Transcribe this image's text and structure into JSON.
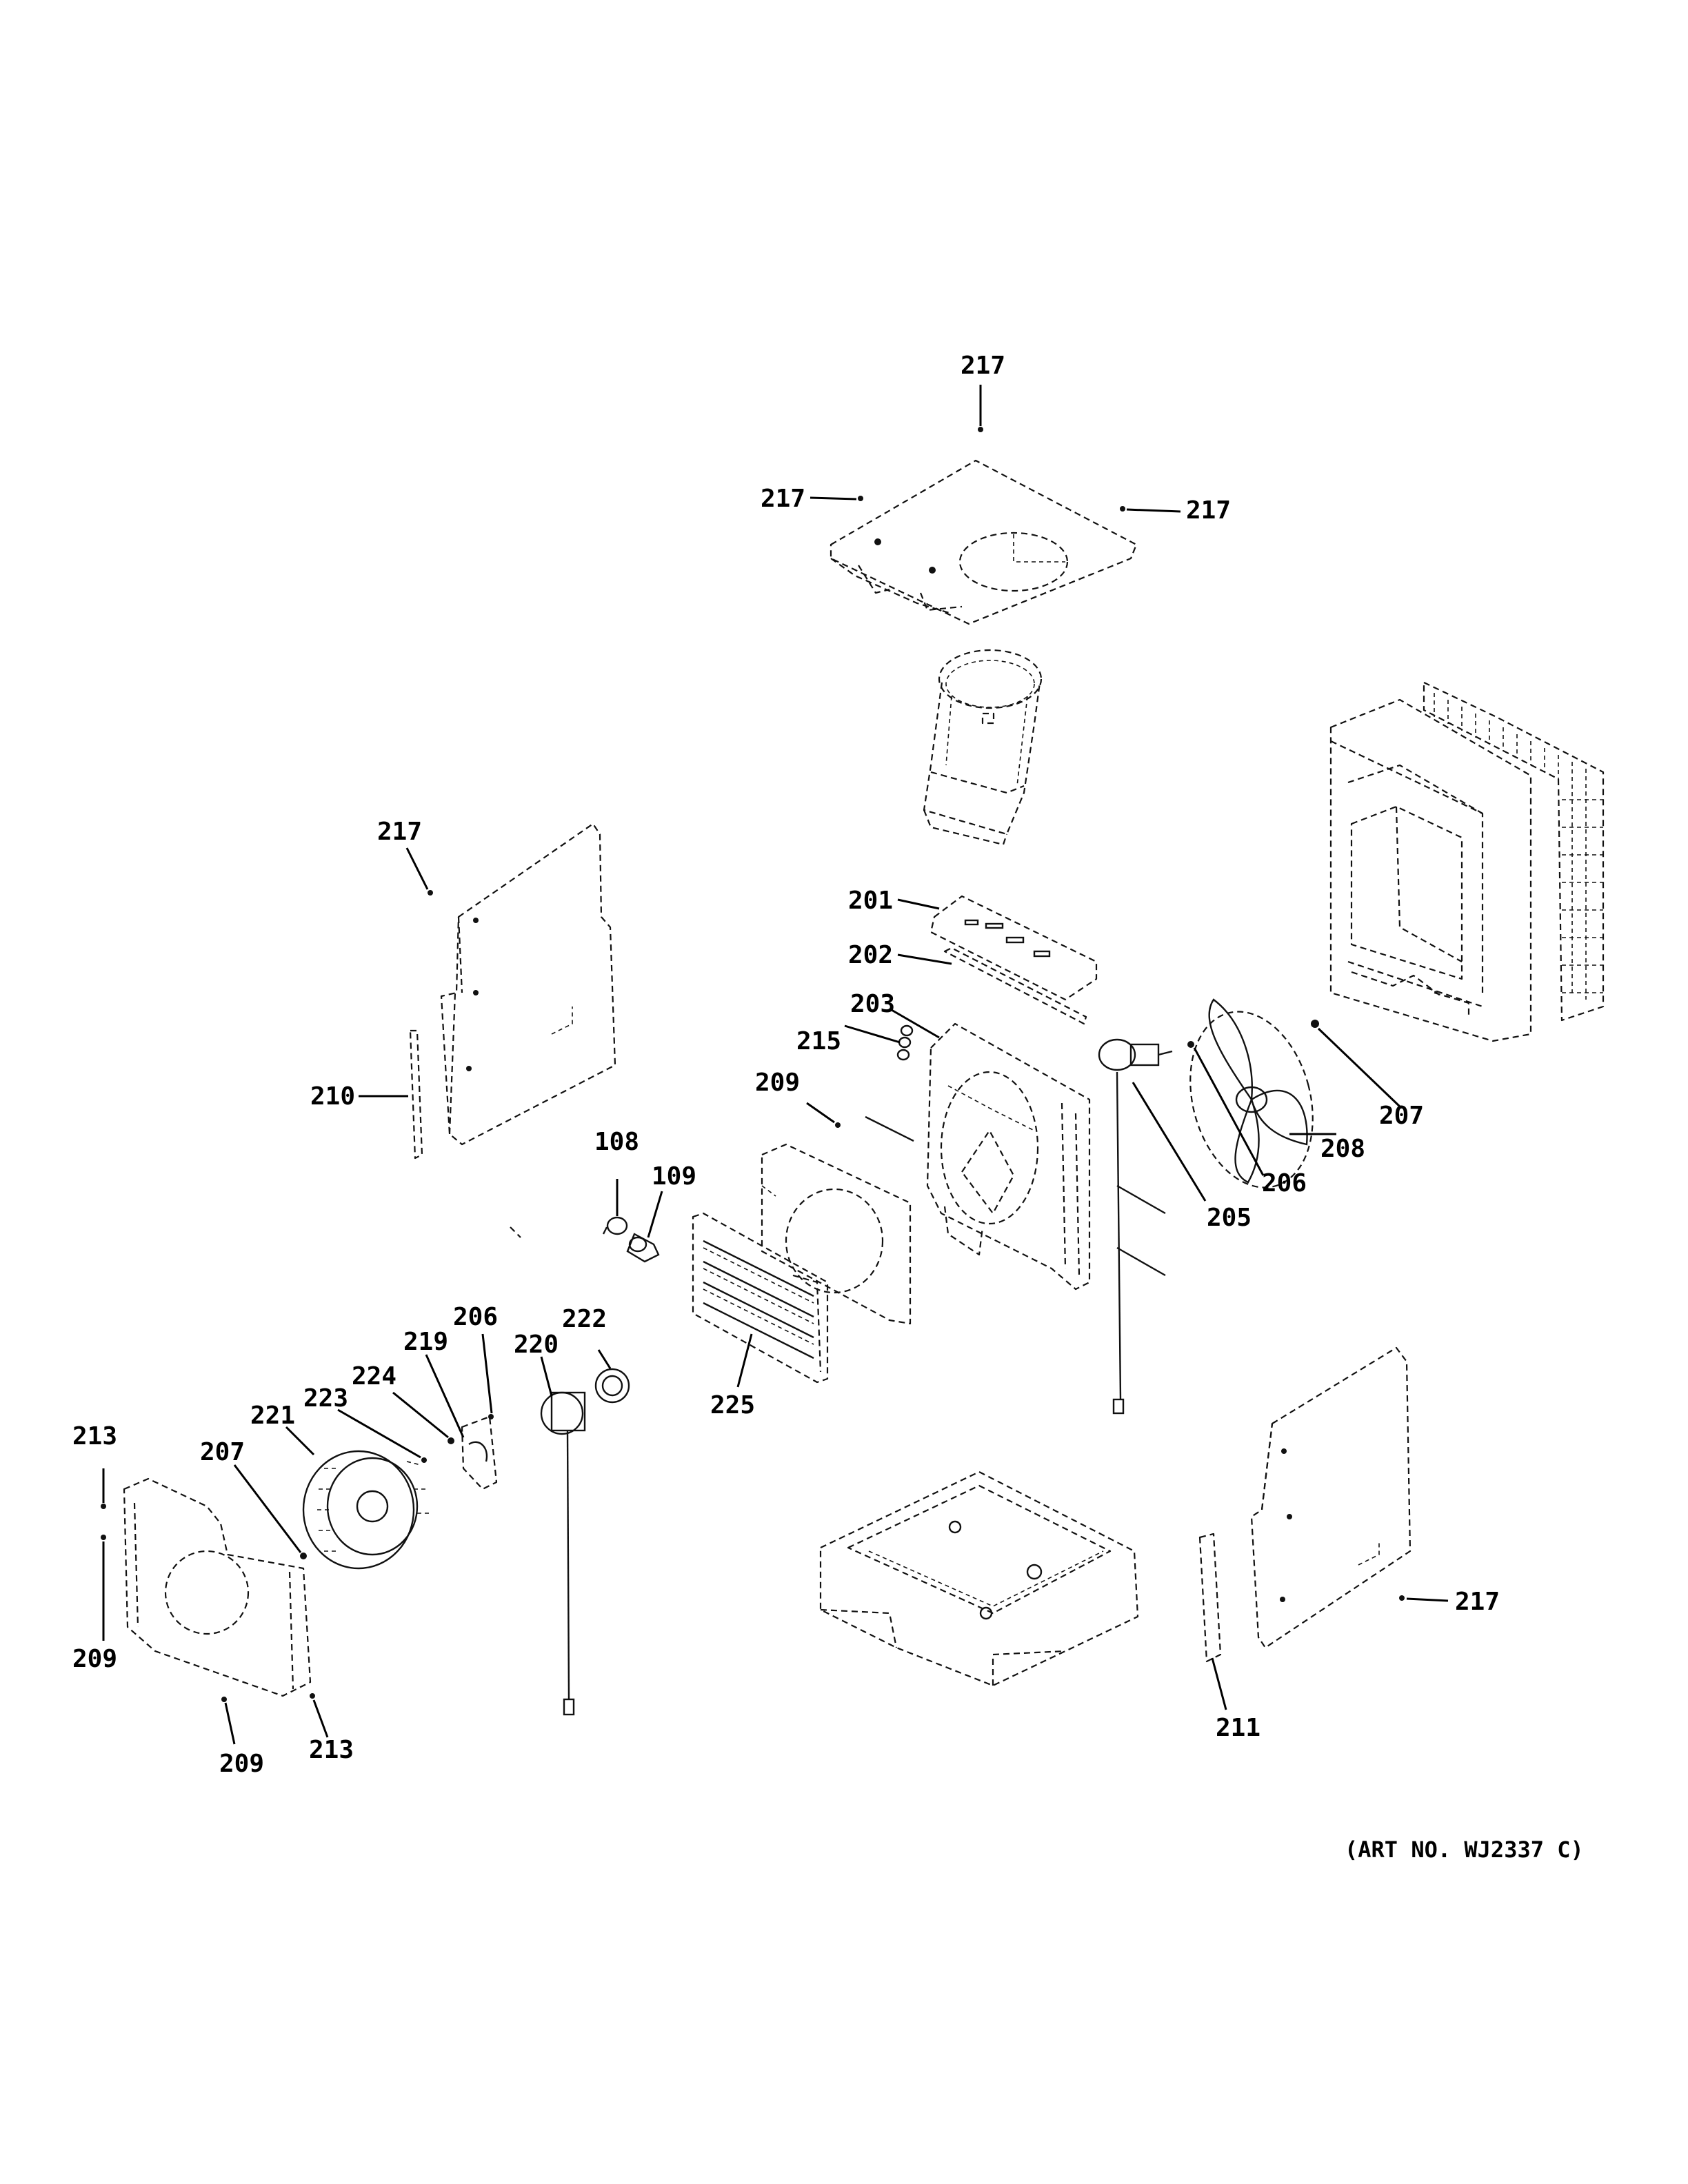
{
  "art_number": "(ART NO. WJ2337 C)",
  "callouts": {
    "c217_top": "217",
    "c217_left_top": "217",
    "c217_right_top": "217",
    "c217_panel": "217",
    "c217_bottom_right": "217",
    "c201": "201",
    "c202": "202",
    "c203": "203",
    "c215": "215",
    "c209_mid": "209",
    "c210": "210",
    "c108": "108",
    "c109": "109",
    "c205": "205",
    "c206_right": "206",
    "c207_right": "207",
    "c208": "208",
    "c206_left": "206",
    "c219": "219",
    "c222": "222",
    "c220": "220",
    "c224": "224",
    "c223": "223",
    "c221": "221",
    "c207_left": "207",
    "c213_top": "213",
    "c209_left": "209",
    "c209_bottom": "209",
    "c213_bottom": "213",
    "c225": "225",
    "c211": "211"
  }
}
